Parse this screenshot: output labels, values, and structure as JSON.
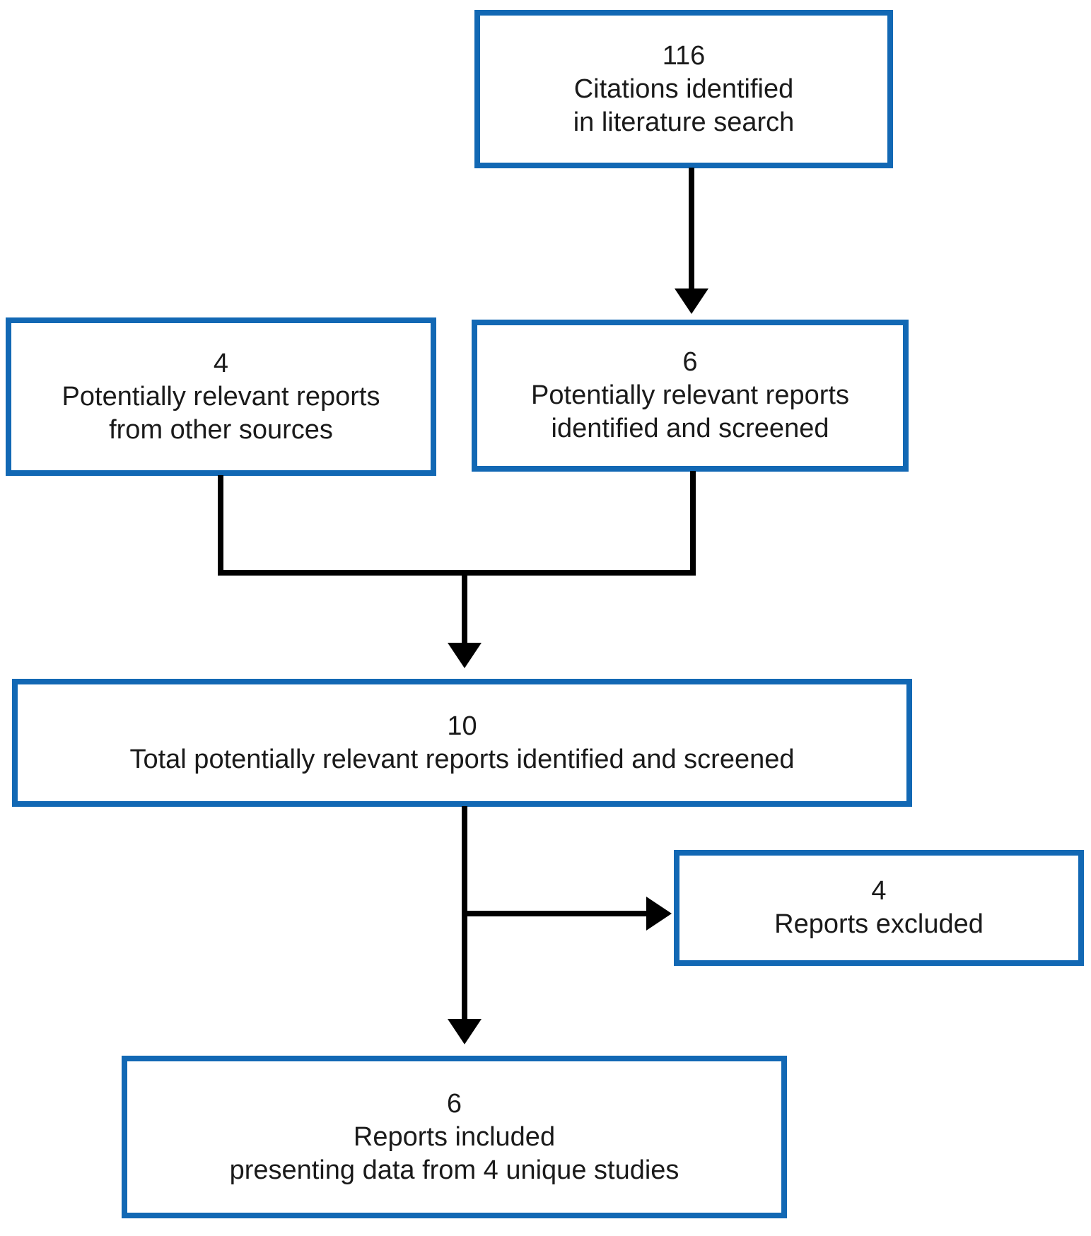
{
  "colors": {
    "box_border": "#1268b4",
    "connector": "#000000",
    "text": "#1a1a1a",
    "background": "#ffffff"
  },
  "boxes": {
    "citations": {
      "lines": [
        "116",
        "Citations identified",
        "in literature search"
      ]
    },
    "other_sources": {
      "lines": [
        "4",
        "Potentially relevant reports",
        "from other sources"
      ]
    },
    "identified": {
      "lines": [
        "6",
        "Potentially relevant reports",
        "identified and screened"
      ]
    },
    "total": {
      "lines": [
        "10",
        "Total potentially relevant reports identified and screened"
      ]
    },
    "excluded": {
      "lines": [
        "4",
        "Reports excluded"
      ]
    },
    "included": {
      "lines": [
        "6",
        "Reports included",
        "presenting data from 4 unique studies"
      ]
    }
  },
  "edges": [
    {
      "from": "citations",
      "to": "identified",
      "type": "arrow"
    },
    {
      "from": "other_sources",
      "to": "total",
      "type": "merged-arrow"
    },
    {
      "from": "identified",
      "to": "total",
      "type": "merged-arrow"
    },
    {
      "from": "total",
      "to": "excluded",
      "type": "branch-arrow"
    },
    {
      "from": "total",
      "to": "included",
      "type": "arrow"
    }
  ]
}
